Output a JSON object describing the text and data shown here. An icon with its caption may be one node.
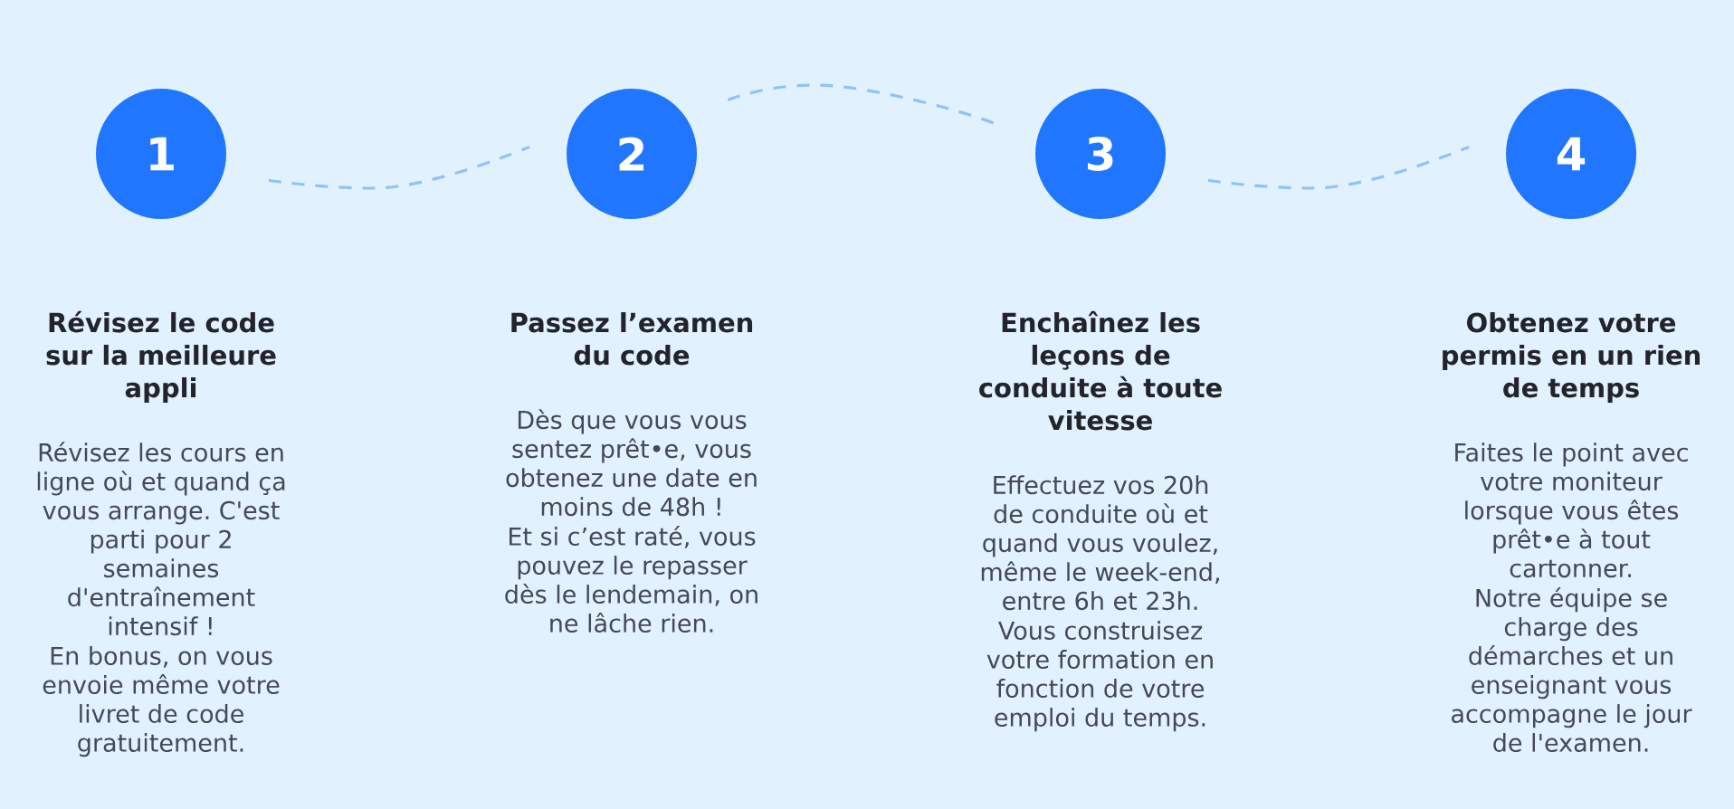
{
  "diagram": {
    "nodes": [
      {
        "text": [
          "1"
        ],
        "beside": [
          "Révisez le code sur la meilleure appli",
          "Révisez les cours en ligne où et quand ça vous arrange. C'est parti pour 2 semaines d'entraînement intensif !",
          "En bonus, on vous envoie même votre livret de code gratuitement."
        ]
      },
      {
        "text": [
          "2"
        ],
        "beside": [
          "Passez l’examen du code",
          "Dès que vous vous sentez prêt•e, vous obtenez une date en moins de 48h !",
          "Et si c’est raté, vous pouvez le repasser dès le lendemain, on ne lâche rien."
        ]
      },
      {
        "text": [
          "3"
        ],
        "beside": [
          "Enchaînez les leçons de conduite à toute vitesse",
          "Effectuez vos 20h de conduite où et quand vous voulez, même le week-end, entre 6h et 23h.",
          "Vous construisez votre formation en fonction de votre emploi du temps."
        ]
      },
      {
        "text": [
          "4"
        ],
        "beside": [
          "Obtenez votre permis en un rien de temps",
          "Faites le point avec votre moniteur lorsque vous êtes prêt•e à tout cartonner.",
          "Notre équipe se charge des démarches et un enseignant vous accompagne le jour de l'examen."
        ]
      }
    ],
    "edges": [
      {
        "from": 0,
        "to": 1,
        "arrow": "none",
        "style": "dashed"
      },
      {
        "from": 1,
        "to": 2,
        "arrow": "none",
        "style": "dashed"
      },
      {
        "from": 2,
        "to": 3,
        "arrow": "none",
        "style": "dashed"
      }
    ]
  }
}
